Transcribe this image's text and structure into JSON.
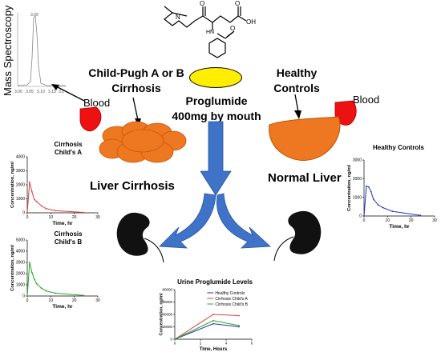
{
  "molecule_label": "OH",
  "labels": {
    "child_pugh": "Child-Pugh A or B",
    "cirrhosis": "Cirrhosis",
    "healthy": "Healthy",
    "controls": "Controls",
    "blood_left": "Blood",
    "blood_right": "Blood",
    "proglumide": "Proglumide",
    "dose": "400mg by mouth",
    "liver_cirrhosis": "Liver Cirrhosis",
    "normal_liver": "Normal Liver",
    "mass_spec": "Mass Spectroscopy"
  },
  "ms_ticks": [
    "3.00",
    "3.05",
    "3.10",
    "3.15",
    "3.2"
  ],
  "ms_peak_label": "3.09",
  "chart_data": [
    {
      "type": "line",
      "id": "cirrhosis_a",
      "title_lines": [
        "Cirrhosis",
        "Child's  A"
      ],
      "xlabel": "Time, hr",
      "ylabel": "Concentration, ng/ml",
      "xlim": [
        0,
        30
      ],
      "ylim": [
        0,
        4000
      ],
      "xticks": [
        "0",
        "10",
        "20",
        "30"
      ],
      "yticks": [
        "0",
        "1000",
        "2000",
        "3000",
        "4000"
      ],
      "color": "#e04040",
      "x": [
        0,
        1,
        2,
        3,
        4,
        6,
        8,
        12,
        24
      ],
      "y": [
        0,
        2200,
        1500,
        950,
        800,
        500,
        300,
        150,
        30
      ]
    },
    {
      "type": "line",
      "id": "cirrhosis_b",
      "title_lines": [
        "Cirrhosis",
        "Child's  B"
      ],
      "xlabel": "Time, hr",
      "ylabel": "Concentration, ng/ml",
      "xlim": [
        0,
        30
      ],
      "ylim": [
        0,
        5000
      ],
      "xticks": [
        "0",
        "10",
        "20",
        "30"
      ],
      "yticks": [
        "0",
        "1000",
        "2000",
        "3000",
        "4000",
        "5000"
      ],
      "color": "#22aa22",
      "x": [
        0,
        1,
        2,
        3,
        4,
        6,
        8,
        12,
        24
      ],
      "y": [
        0,
        3000,
        2100,
        1500,
        1100,
        700,
        450,
        250,
        50
      ]
    },
    {
      "type": "line",
      "id": "healthy_controls",
      "title_lines": [
        "Healthy Controls"
      ],
      "xlabel": "Time, hr",
      "ylabel": "Concentration, ng/ml",
      "xlim": [
        0,
        30
      ],
      "ylim": [
        0,
        3000
      ],
      "xticks": [
        "0",
        "10",
        "20",
        "30"
      ],
      "yticks": [
        "0",
        "1000",
        "2000",
        "3000"
      ],
      "color": "#2233bb",
      "x": [
        0,
        1,
        2,
        3,
        4,
        6,
        8,
        12,
        24
      ],
      "y": [
        0,
        1600,
        1550,
        1300,
        900,
        600,
        450,
        250,
        30
      ]
    },
    {
      "type": "line",
      "id": "urine",
      "title_lines": [
        "Urine Proglumide Levels"
      ],
      "xlabel": "Time, Hours",
      "ylabel": "Concentration, ng/ml",
      "xlim": [
        0,
        6
      ],
      "ylim": [
        0,
        80000
      ],
      "xticks": [
        "0",
        "2",
        "4",
        "6"
      ],
      "yticks": [
        "0",
        "20000",
        "40000",
        "60000",
        "80000"
      ],
      "legend": [
        "Healthy Controls",
        "Cirrhosis Child's A",
        "Cirrhosis Child's B"
      ],
      "series": [
        {
          "name": "Healthy Controls",
          "color": "#2233bb",
          "x": [
            0,
            3,
            5
          ],
          "y": [
            0,
            25000,
            20000
          ]
        },
        {
          "name": "Cirrhosis Child's A",
          "color": "#e04040",
          "x": [
            0,
            3,
            5
          ],
          "y": [
            0,
            40000,
            38000
          ]
        },
        {
          "name": "Cirrhosis Child's B",
          "color": "#22aa22",
          "x": [
            0,
            3,
            5
          ],
          "y": [
            0,
            30000,
            22000
          ]
        }
      ]
    }
  ]
}
